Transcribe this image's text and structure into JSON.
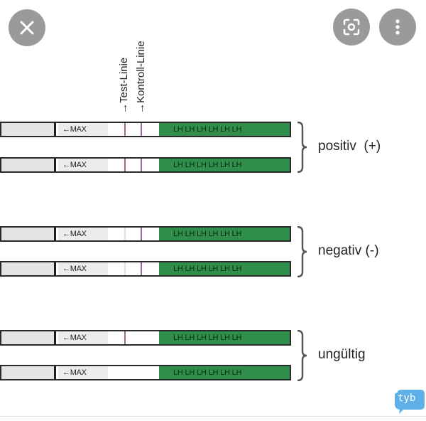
{
  "labels": {
    "test_line": "→Test-Linie",
    "control_line": "→Kontroll-Linie",
    "max": "←MAX",
    "lh": "LH LH LH LH LH LH",
    "badge": "tyb"
  },
  "groups": [
    {
      "label": "positiv  (+)",
      "strips": [
        {
          "test": true,
          "control": true
        },
        {
          "test": true,
          "control": true
        }
      ]
    },
    {
      "label": "negativ (-)",
      "strips": [
        {
          "test": false,
          "control": true
        },
        {
          "test": false,
          "control": true
        }
      ]
    },
    {
      "label": "ungültig",
      "strips": [
        {
          "test": true,
          "control": false
        },
        {
          "test": false,
          "control": false
        }
      ]
    }
  ],
  "colors": {
    "lh_band": "#2f8f4a",
    "line_strong": "#a06a98",
    "line_faint": "#d9b7d2",
    "buttons": "#9a9a9a",
    "badge": "#5fb0e8"
  },
  "icons": {
    "close_button": "close-icon",
    "lens_button": "lens-icon",
    "more_button": "more-vertical-icon"
  }
}
